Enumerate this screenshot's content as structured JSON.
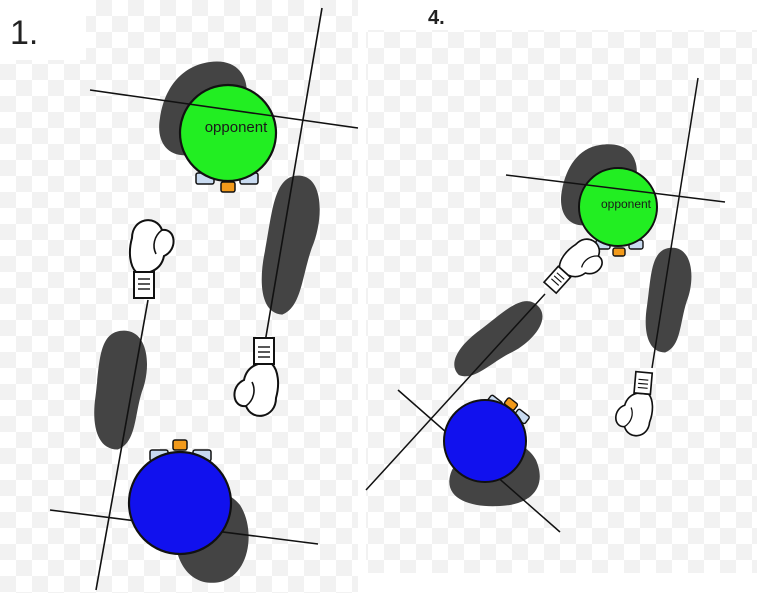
{
  "panels": [
    {
      "step_label": "1.",
      "opponent_label": "opponent"
    },
    {
      "step_label": "4.",
      "opponent_label": "opponent"
    }
  ],
  "colors": {
    "opponent": "#22ee22",
    "player": "#1111ee",
    "shadow": "#444444",
    "glove": "#ffffff",
    "marker_blue": "#c8daf0",
    "marker_orange": "#f29a1b",
    "checker": "#f1f1f1"
  },
  "icons": {
    "opponent": "green-circle-boxer",
    "player": "blue-circle-boxer",
    "glove": "boxing-glove-icon",
    "foot": "footprint-shadow-icon"
  }
}
